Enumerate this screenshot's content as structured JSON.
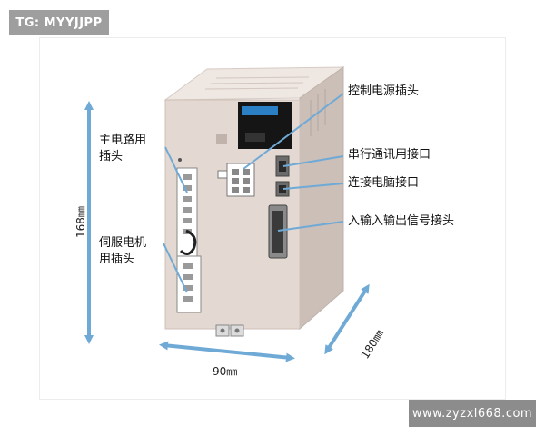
{
  "header": {
    "tag": "TG: MYYJJPP"
  },
  "callouts": {
    "control_power": "控制电源插头",
    "main_circuit_line1": "主电路用",
    "main_circuit_line2": "插头",
    "serial_comm": "串行通讯用接口",
    "pc_connect": "连接电脑接口",
    "io_signal": "入输入输出信号接头",
    "servo_motor_line1": "伺服电机",
    "servo_motor_line2": "用插头"
  },
  "dimensions": {
    "height": "168㎜",
    "width": "90㎜",
    "depth": "180㎜"
  },
  "footer": {
    "watermark": "www.zyzxl668.com"
  },
  "colors": {
    "arrow": "#6fa9d6",
    "device_front": "#e3d8d2",
    "device_side": "#cbbfb8",
    "device_top": "#efe7e2"
  }
}
